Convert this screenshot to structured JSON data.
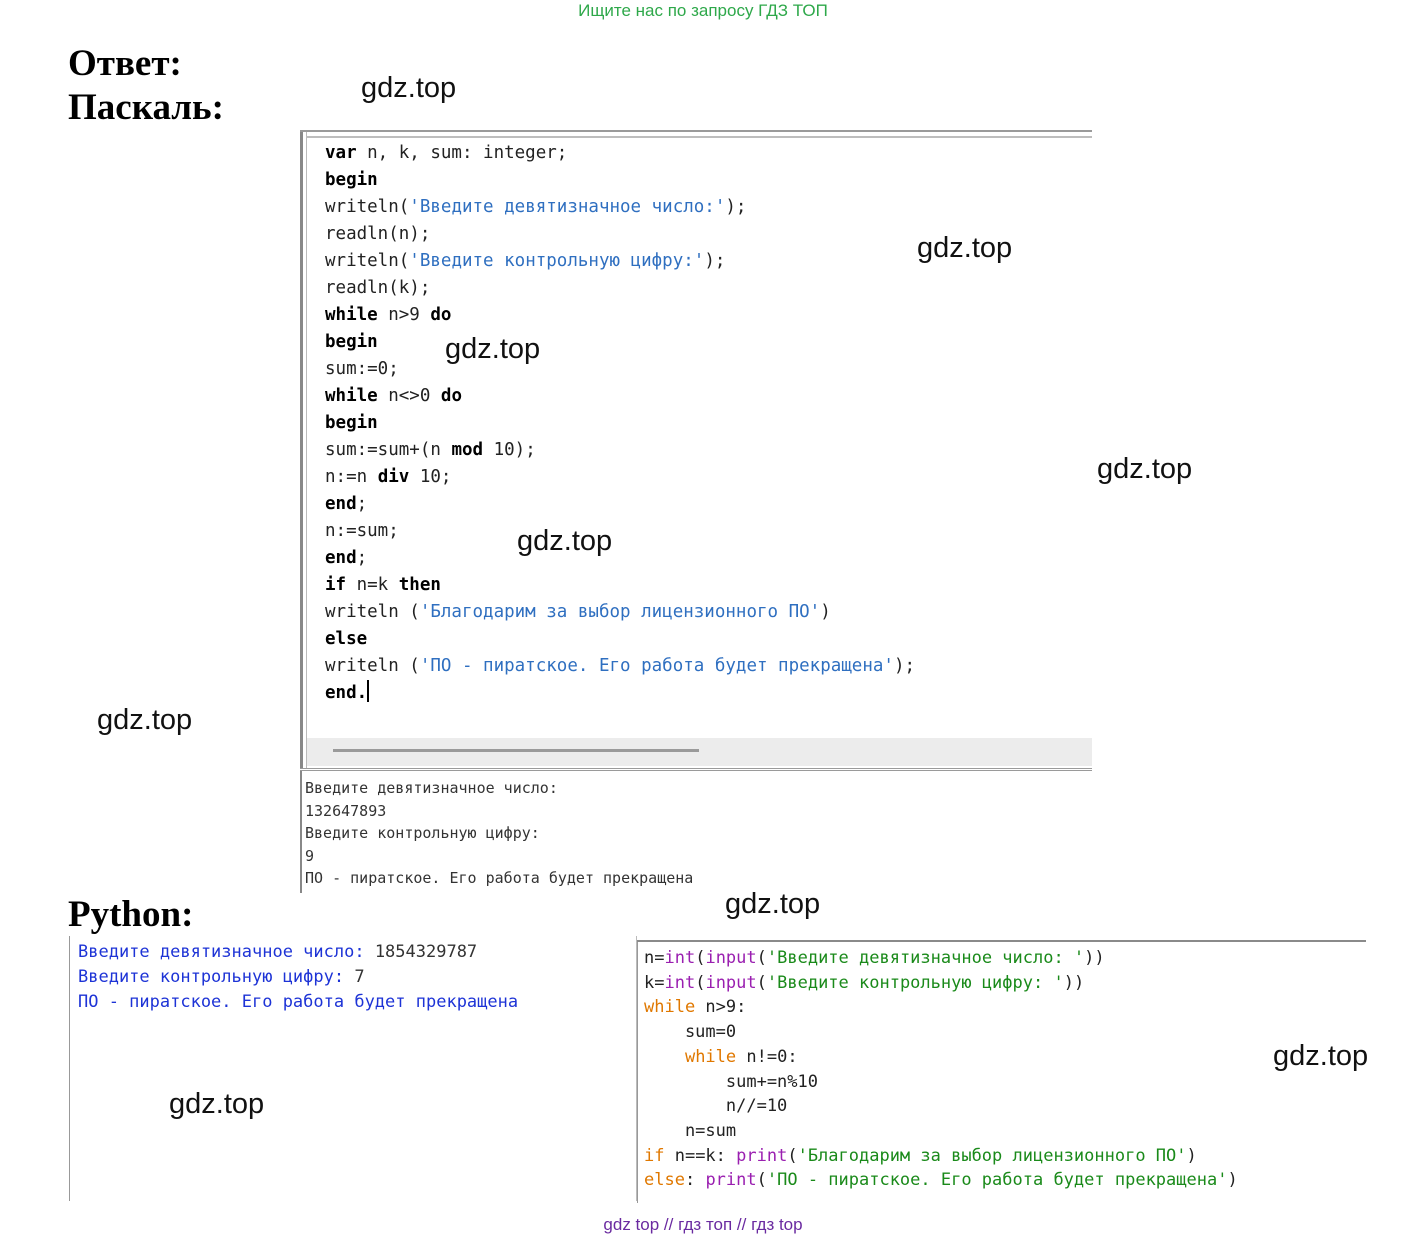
{
  "banner": "Ищите нас по запросу ГДЗ ТОП",
  "headings": {
    "answer": "Ответ:",
    "pascal": "Паскаль:",
    "python": "Python:"
  },
  "watermark": "gdz.top",
  "pascal_code": [
    [
      {
        "t": "var",
        "c": "kw"
      },
      {
        "t": " n, k, sum: integer;"
      }
    ],
    [
      {
        "t": "begin",
        "c": "kw"
      }
    ],
    [
      {
        "t": "writeln("
      },
      {
        "t": "'Введите девятизначное число:'",
        "c": "str"
      },
      {
        "t": ");"
      }
    ],
    [
      {
        "t": "readln(n);"
      }
    ],
    [
      {
        "t": "writeln("
      },
      {
        "t": "'Введите контрольную цифру:'",
        "c": "str"
      },
      {
        "t": ");"
      }
    ],
    [
      {
        "t": "readln(k);"
      }
    ],
    [
      {
        "t": "while",
        "c": "kw"
      },
      {
        "t": " n>9 "
      },
      {
        "t": "do",
        "c": "kw"
      }
    ],
    [
      {
        "t": "begin",
        "c": "kw"
      }
    ],
    [
      {
        "t": "sum:=0;"
      }
    ],
    [
      {
        "t": "while",
        "c": "kw"
      },
      {
        "t": " n<>0 "
      },
      {
        "t": "do",
        "c": "kw"
      }
    ],
    [
      {
        "t": "begin",
        "c": "kw"
      }
    ],
    [
      {
        "t": "sum:=sum+(n "
      },
      {
        "t": "mod",
        "c": "kw"
      },
      {
        "t": " 10);"
      }
    ],
    [
      {
        "t": "n:=n "
      },
      {
        "t": "div",
        "c": "kw"
      },
      {
        "t": " 10;"
      }
    ],
    [
      {
        "t": "end",
        "c": "kw"
      },
      {
        "t": ";"
      }
    ],
    [
      {
        "t": "n:=sum;"
      }
    ],
    [
      {
        "t": "end",
        "c": "kw"
      },
      {
        "t": ";"
      }
    ],
    [
      {
        "t": "if",
        "c": "kw"
      },
      {
        "t": " n=k "
      },
      {
        "t": "then",
        "c": "kw"
      }
    ],
    [
      {
        "t": "writeln ("
      },
      {
        "t": "'Благодарим за выбор лицензионного ПО'",
        "c": "str"
      },
      {
        "t": ")"
      }
    ],
    [
      {
        "t": "else",
        "c": "kw"
      }
    ],
    [
      {
        "t": "writeln ("
      },
      {
        "t": "'ПО - пиратское. Его работа будет прекращена'",
        "c": "str"
      },
      {
        "t": ");"
      }
    ],
    [
      {
        "t": "end.",
        "c": "kw"
      }
    ]
  ],
  "pascal_output": [
    "Введите девятизначное число:",
    "132647893",
    "Введите контрольную цифру:",
    "9",
    "ПО - пиратское. Его работа будет прекращена"
  ],
  "python_output": [
    [
      {
        "t": "Введите девятизначное число: "
      },
      {
        "t": "1854329787",
        "c": "num"
      }
    ],
    [
      {
        "t": "Введите контрольную цифру: "
      },
      {
        "t": "7",
        "c": "num"
      }
    ],
    [
      {
        "t": "ПО - пиратское. Его работа будет прекращена"
      }
    ]
  ],
  "python_code": [
    [
      {
        "t": "n="
      },
      {
        "t": "int",
        "c": "bi"
      },
      {
        "t": "("
      },
      {
        "t": "input",
        "c": "bi"
      },
      {
        "t": "("
      },
      {
        "t": "'Введите девятизначное число: '",
        "c": "str"
      },
      {
        "t": "))"
      }
    ],
    [
      {
        "t": "k="
      },
      {
        "t": "int",
        "c": "bi"
      },
      {
        "t": "("
      },
      {
        "t": "input",
        "c": "bi"
      },
      {
        "t": "("
      },
      {
        "t": "'Введите контрольную цифру: '",
        "c": "str"
      },
      {
        "t": "))"
      }
    ],
    [
      {
        "t": "while",
        "c": "kw"
      },
      {
        "t": " n>9:"
      }
    ],
    [
      {
        "t": "    sum=0"
      }
    ],
    [
      {
        "t": "    "
      },
      {
        "t": "while",
        "c": "kw"
      },
      {
        "t": " n!=0:"
      }
    ],
    [
      {
        "t": "        sum+=n%10"
      }
    ],
    [
      {
        "t": "        n//=10"
      }
    ],
    [
      {
        "t": "    n=sum"
      }
    ],
    [
      {
        "t": "if",
        "c": "kw"
      },
      {
        "t": " n==k: "
      },
      {
        "t": "print",
        "c": "bi"
      },
      {
        "t": "("
      },
      {
        "t": "'Благодарим за выбор лицензионного ПО'",
        "c": "str"
      },
      {
        "t": ")"
      }
    ],
    [
      {
        "t": "else",
        "c": "kw"
      },
      {
        "t": ": "
      },
      {
        "t": "print",
        "c": "bi"
      },
      {
        "t": "("
      },
      {
        "t": "'ПО - пиратское. Его работа будет прекращена'",
        "c": "str"
      },
      {
        "t": ")"
      }
    ]
  ],
  "footer_links": "gdz top  //  гдз топ  //  гдз top"
}
